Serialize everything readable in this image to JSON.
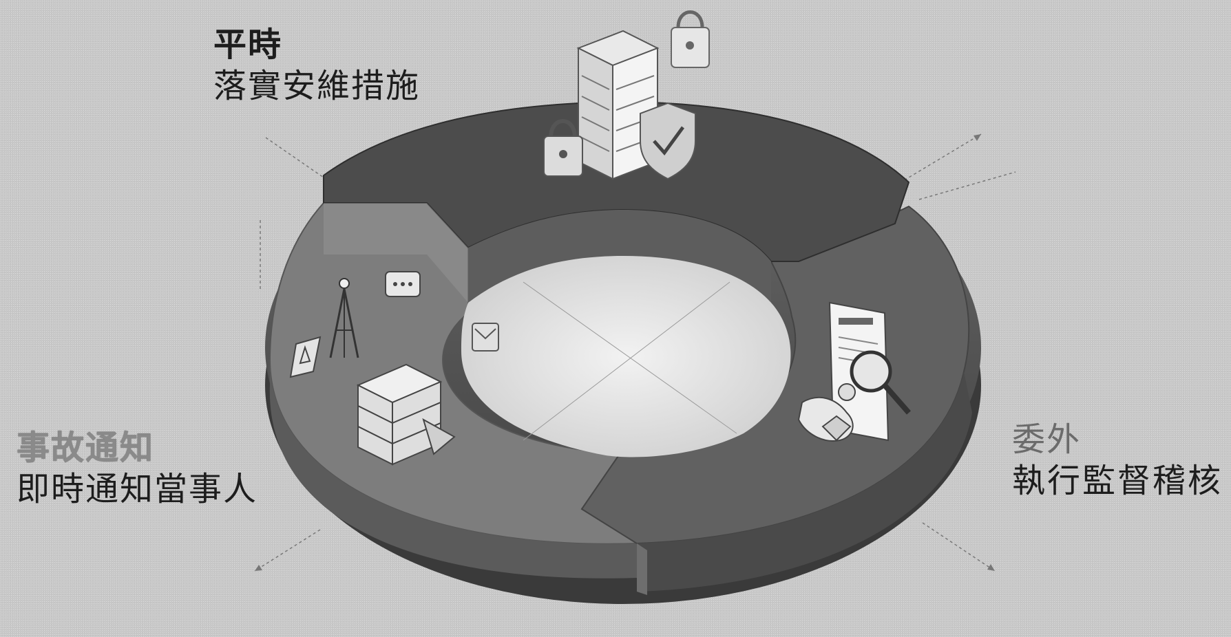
{
  "segments": [
    {
      "id": "top",
      "title": "平時",
      "subtitle": "落實安維措施",
      "icons": [
        "server-rack-icon",
        "padlock-icon",
        "shield-check-icon"
      ]
    },
    {
      "id": "left",
      "title": "事故通知",
      "subtitle": "即時通知當事人",
      "icons": [
        "broadcast-tower-icon",
        "chat-bubble-icon",
        "document-stack-icon",
        "warning-sign-icon"
      ]
    },
    {
      "id": "right",
      "title": "委外",
      "subtitle": "執行監督稽核",
      "icons": [
        "certificate-document-icon",
        "magnifier-icon",
        "handshake-icon"
      ]
    }
  ],
  "colors": {
    "background": "#c8c8c8",
    "ring_top": "#4a4a4a",
    "ring_left": "#7a7a7a",
    "ring_right": "#5e5e5e",
    "center": "#e2e2e2",
    "text": "#1d1d1d"
  }
}
